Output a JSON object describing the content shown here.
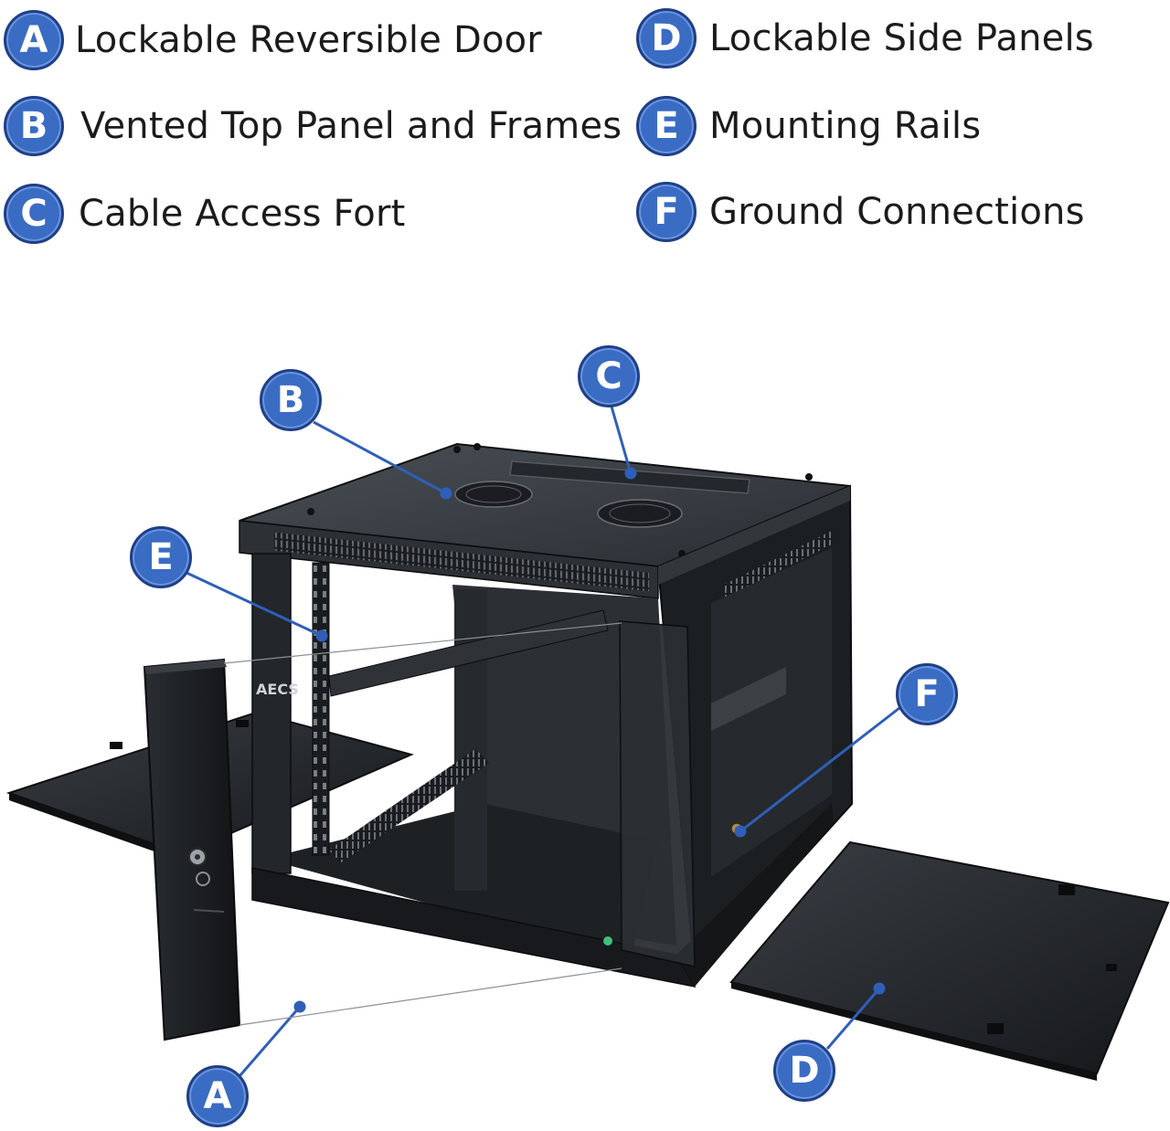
{
  "colors": {
    "badge_fill": "#3a6cc4",
    "badge_border": "#1f3f86",
    "leader_line": "#2f5fb8",
    "cabinet": "#1f2226"
  },
  "legend": [
    {
      "letter": "A",
      "label": "Lockable Reversible Door"
    },
    {
      "letter": "B",
      "label": "Vented Top Panel and Frames"
    },
    {
      "letter": "C",
      "label": "Cable Access Fort"
    },
    {
      "letter": "D",
      "label": "Lockable Side Panels"
    },
    {
      "letter": "E",
      "label": "Mounting Rails"
    },
    {
      "letter": "F",
      "label": "Ground Connections"
    }
  ],
  "callouts": [
    "A",
    "B",
    "C",
    "D",
    "E",
    "F"
  ],
  "cabinet_brand": "AECS"
}
